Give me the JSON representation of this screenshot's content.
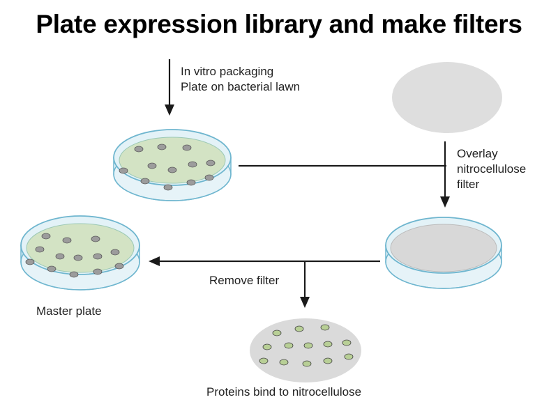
{
  "title": "Plate expression library and make filters",
  "labels": {
    "packaging_line1": "In vitro packaging",
    "packaging_line2": "Plate on bacterial lawn",
    "overlay_line1": "Overlay",
    "overlay_line2": "nitrocellulose",
    "overlay_line3": "filter",
    "remove_filter": "Remove filter",
    "master_plate": "Master plate",
    "proteins_bind": "Proteins bind to nitrocellulose"
  },
  "colors": {
    "dish_rim": "#6fb6cf",
    "dish_fill": "#d3e3c4",
    "dish_glass": "#e3f2f7",
    "filter_gray": "#dadada",
    "colony": "#9a9a9a",
    "protein_spot": "#b8cf96",
    "arrow": "#1a1a1a"
  }
}
